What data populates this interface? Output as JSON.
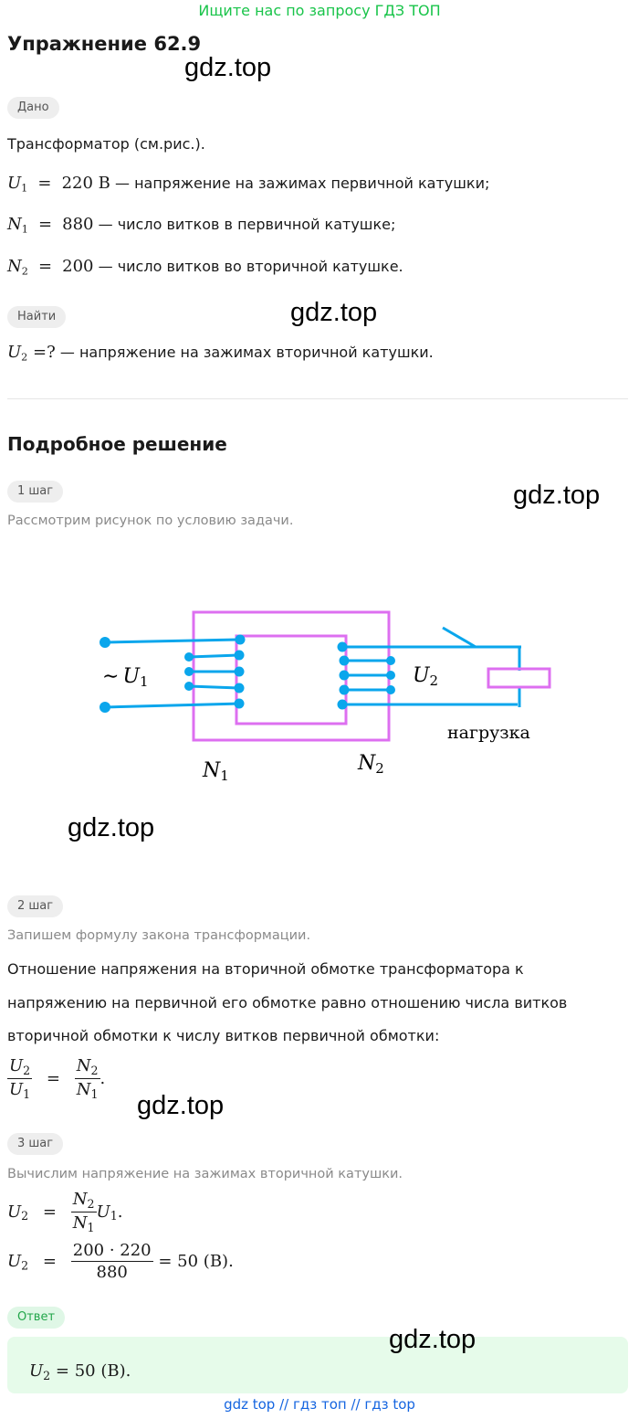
{
  "banner": "Ищите нас по запросу ГДЗ ТОП",
  "title": "Упражнение 62.9",
  "watermark": "gdz.top",
  "given": {
    "chip": "Дано",
    "intro": "Трансформатор (см.рис.).",
    "lines": [
      {
        "sym": "U",
        "sub": "1",
        "value": "220 В",
        "desc": " — напряжение на зажимах первичной катушки;"
      },
      {
        "sym": "N",
        "sub": "1",
        "value": "880",
        "desc": " — число витков в первичной катушке;"
      },
      {
        "sym": "N",
        "sub": "2",
        "value": "200",
        "desc": " — число витков во вторичной катушке."
      }
    ]
  },
  "find": {
    "chip": "Найти",
    "sym": "U",
    "sub": "2",
    "expr": " =?",
    "desc": " — напряжение на зажимах вторичной катушки."
  },
  "solution": {
    "heading": "Подробное решение",
    "step1": {
      "chip": "1 шаг",
      "text": "Рассмотрим рисунок по условию задачи.",
      "figure": {
        "u1": "U",
        "u1_sub": "1",
        "tilde": "∼",
        "u2": "U",
        "u2_sub": "2",
        "n1": "N",
        "n1_sub": "1",
        "n2": "N",
        "n2_sub": "2",
        "load": "нагрузка"
      }
    },
    "step2": {
      "chip": "2 шаг",
      "text": "Запишем формулу закона трансформации.",
      "para": [
        "Отношение напряжения на вторичной обмотке трансформатора к",
        "напряжению на первичной его обмотке равно отношению числа витков",
        "вторичной обмотки к числу витков первичной обмотки:"
      ],
      "formula": {
        "ln": "U",
        "ln_sub": "2",
        "ld": "U",
        "ld_sub": "1",
        "eq": "=",
        "rn": "N",
        "rn_sub": "2",
        "rd": "N",
        "rd_sub": "1",
        "end": "."
      }
    },
    "step3": {
      "chip": "3 шаг",
      "text": "Вычислим напряжение на зажимах вторичной катушки.",
      "f1": {
        "lhs": "U",
        "lhs_sub": "2",
        "eq": "=",
        "num": "N",
        "num_sub": "2",
        "den": "N",
        "den_sub": "1",
        "tail": "U",
        "tail_sub": "1",
        "end": "."
      },
      "f2": {
        "lhs": "U",
        "lhs_sub": "2",
        "eq": "=",
        "num": "200 · 220",
        "den": "880",
        "result": " = 50  (В)."
      }
    },
    "answer": {
      "chip": "Ответ",
      "sym": "U",
      "sub": "2",
      "value": " = 50  (В)."
    }
  },
  "footer": "gdz top  //  гдз топ  //  гдз top",
  "colors": {
    "banner": "#19c44a",
    "wire": "#0aa6ec",
    "core": "#dd6ff0",
    "answer_bg": "#e6fbea",
    "footer": "#1565e0"
  }
}
